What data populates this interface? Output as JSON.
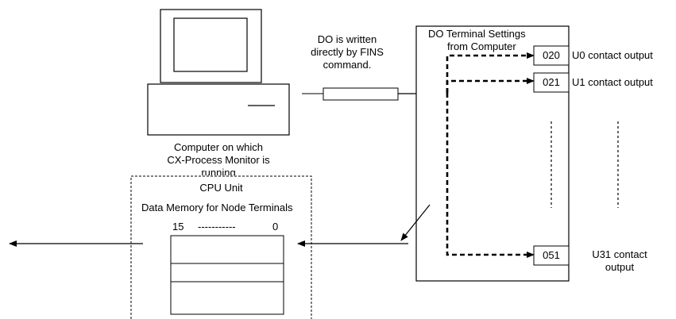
{
  "computer": {
    "caption_line1": "Computer on which",
    "caption_line2": "CX-Process Monitor is",
    "caption_line3": "running"
  },
  "fins_note": {
    "line1": "DO is written",
    "line2": "directly by FINS",
    "line3": "command."
  },
  "do_panel": {
    "title_line1": "DO Terminal Settings",
    "title_line2": "from Computer",
    "terminals": [
      {
        "address": "020",
        "label": "U0 contact output"
      },
      {
        "address": "021",
        "label": "U1 contact output"
      },
      {
        "address": "051",
        "label_line1": "U31 contact",
        "label_line2": "output"
      }
    ]
  },
  "cpu": {
    "title": "CPU Unit",
    "memory_title": "Data Memory for Node Terminals",
    "bit_high": "15",
    "bit_dashes": "-----------",
    "bit_low": "0"
  }
}
